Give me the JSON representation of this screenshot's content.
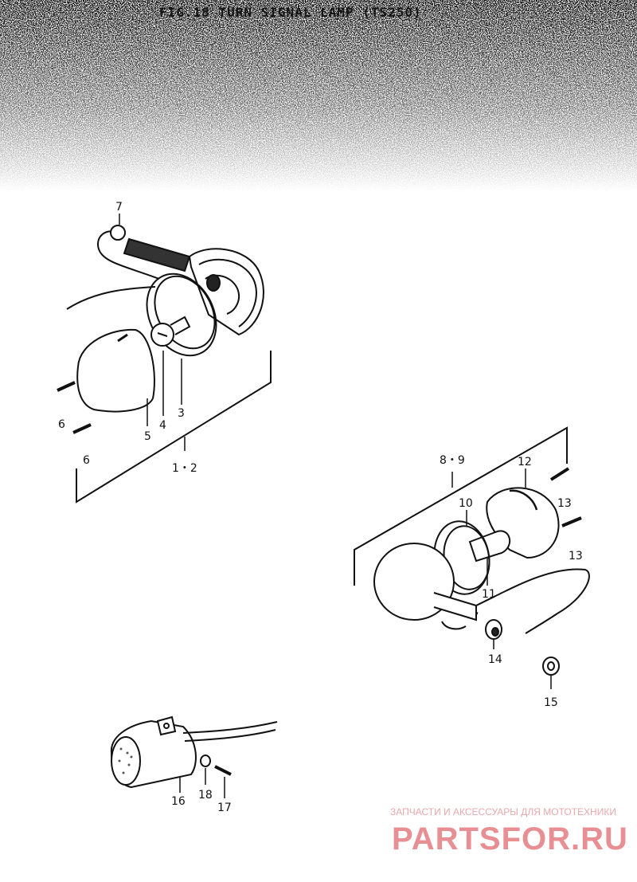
{
  "title": "FIG.18  TURN SIGNAL LAMP (TS250)",
  "labels": {
    "l7": "7",
    "l6a": "6",
    "l6b": "6",
    "l5": "5",
    "l4": "4",
    "l3": "3",
    "l12": "1・2",
    "l89": "8・9",
    "l12b": "12",
    "l10": "10",
    "l13a": "13",
    "l13b": "13",
    "l11": "11",
    "l14": "14",
    "l15": "15",
    "l16": "16",
    "l18": "18",
    "l17": "17"
  },
  "watermark": {
    "tagline": "ЗАПЧАСТИ И АКСЕССУАРЫ ДЛЯ МОТОТЕХНИКИ",
    "logo": "PARTSFOR.RU"
  },
  "colors": {
    "ink": "#111111",
    "watermark": "#e06a70"
  }
}
